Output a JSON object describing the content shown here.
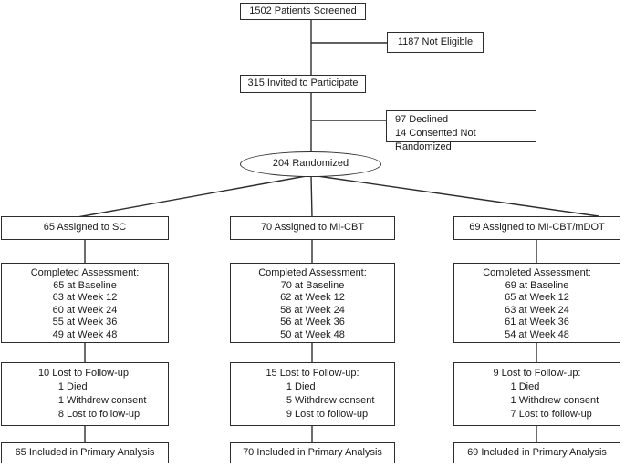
{
  "flow": {
    "screened": "1502 Patients Screened",
    "not_eligible": "1187 Not Eligible",
    "invited": "315 Invited to Participate",
    "declined_lines": [
      "97 Declined",
      "14 Consented Not Randomized"
    ],
    "randomized": "204 Randomized"
  },
  "columns": [
    {
      "assigned": "65 Assigned to SC",
      "completed_header": "Completed Assessment:",
      "completed_lines": [
        "65 at Baseline",
        "63 at Week 12",
        "60 at Week 24",
        "55 at Week 36",
        "49 at Week 48"
      ],
      "lost_header": "10 Lost to Follow-up:",
      "lost_lines": [
        "1 Died",
        "1 Withdrew consent",
        "8 Lost to follow-up"
      ],
      "primary": "65 Included in Primary Analysis"
    },
    {
      "assigned": "70 Assigned to MI-CBT",
      "completed_header": "Completed Assessment:",
      "completed_lines": [
        "70 at Baseline",
        "62 at Week 12",
        "58 at Week 24",
        "56 at Week 36",
        "50 at Week 48"
      ],
      "lost_header": "15 Lost to Follow-up:",
      "lost_lines": [
        "1 Died",
        "5 Withdrew consent",
        "9 Lost to follow-up"
      ],
      "primary": "70 Included in Primary Analysis"
    },
    {
      "assigned": "69 Assigned to MI-CBT/mDOT",
      "completed_header": "Completed Assessment:",
      "completed_lines": [
        "69 at Baseline",
        "65 at Week 12",
        "63 at Week 24",
        "61 at Week 36",
        "54 at Week 48"
      ],
      "lost_header": "9 Lost to Follow-up:",
      "lost_lines": [
        "1 Died",
        "1 Withdrew consent",
        "7 Lost to follow-up"
      ],
      "primary": "69 Included in Primary Analysis"
    }
  ],
  "colors": {
    "line": "#2d2d2d",
    "text": "#1a1a1a",
    "background": "#ffffff"
  }
}
